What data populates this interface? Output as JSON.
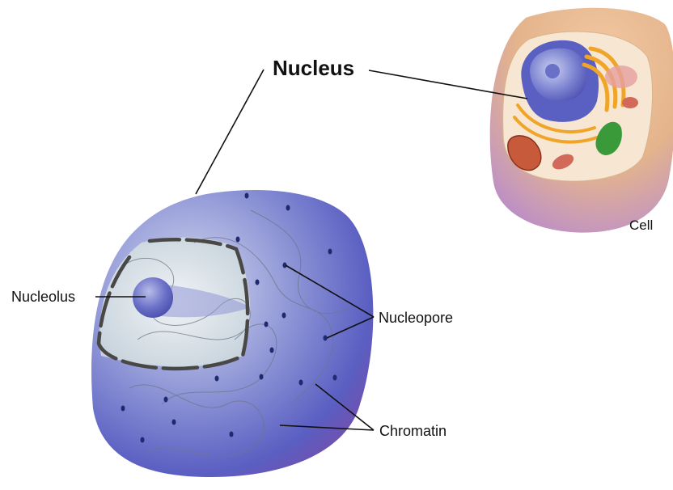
{
  "labels": {
    "title": "Nucleus",
    "cell": "Cell",
    "nucleolus": "Nucleolus",
    "nucleopore": "Nucleopore",
    "chromatin": "Chromatin"
  },
  "colors": {
    "nucleus_blue": "#5a5fc2",
    "nucleus_light": "#c6cfe8",
    "nucleus_purple": "#7a4aa8",
    "cell_tan": "#e4b48c",
    "cell_purple": "#b98ac8",
    "cytoplasm": "#f6e6d2",
    "golgi_orange": "#f0a428",
    "mitochondria": "#c85a3c",
    "chloroplast_green": "#3a9a3a",
    "leader_line": "#111111"
  }
}
